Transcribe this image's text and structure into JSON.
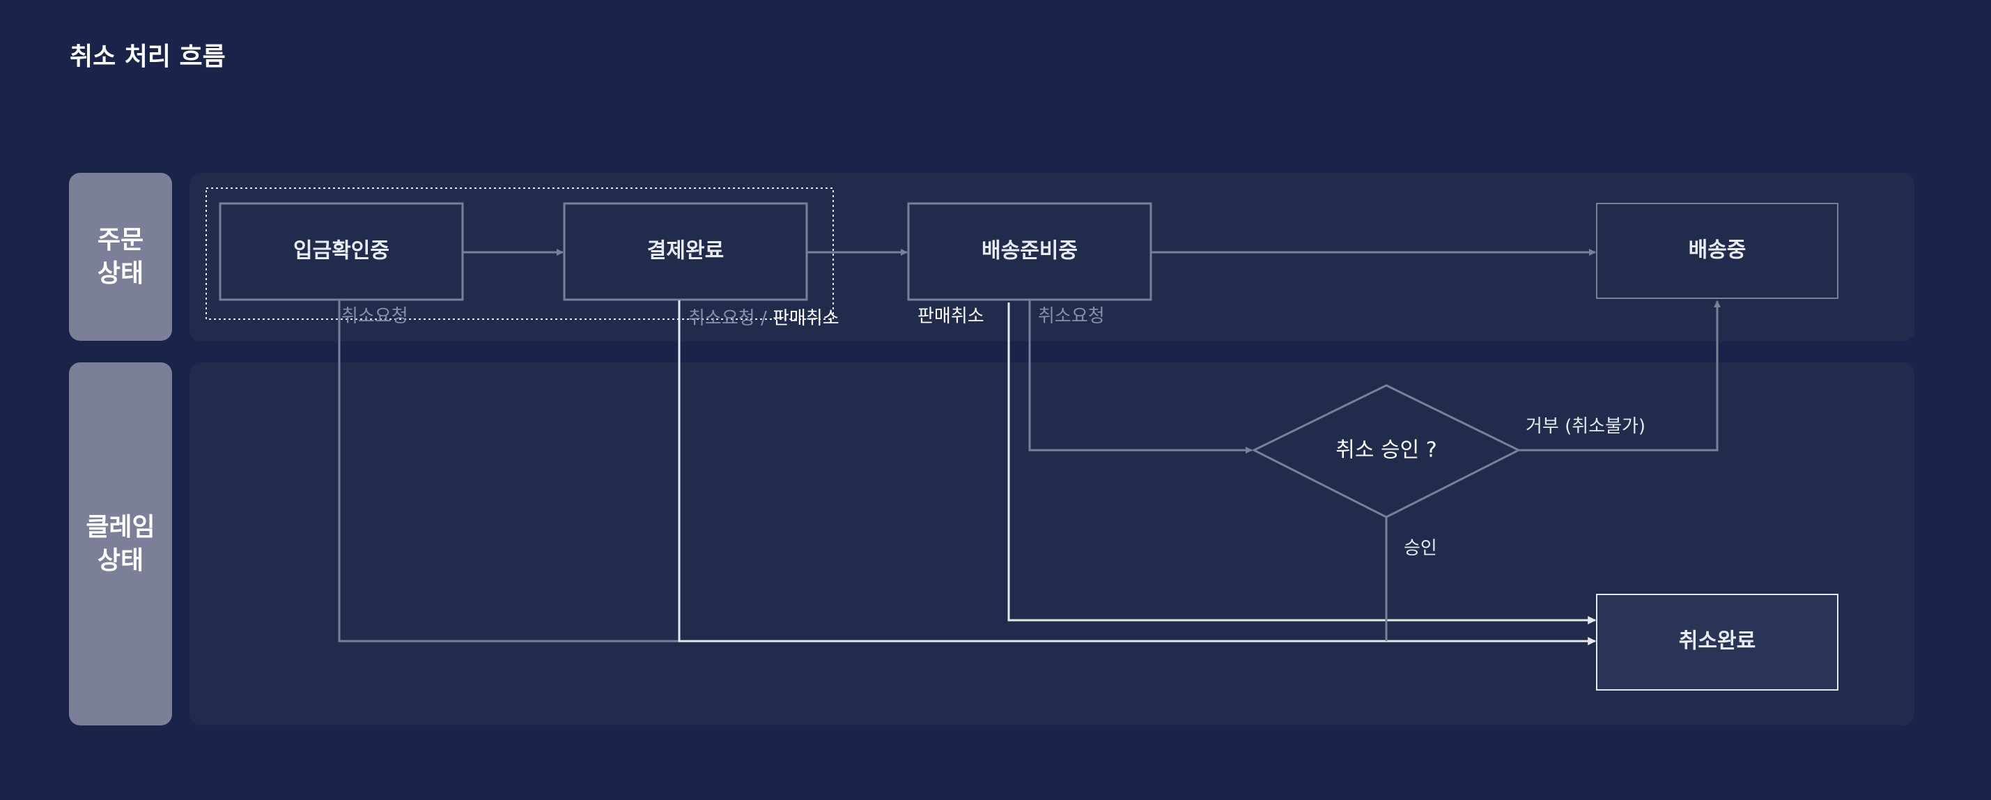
{
  "title": "취소 처리 흐름",
  "lanes": {
    "order": "주문\n상태",
    "claim": "클레임\n상태"
  },
  "nodes": {
    "payment_check": "입금확인중",
    "payment_done": "결제완료",
    "preparing": "배송준비중",
    "shipping": "배송중",
    "cancel_done": "취소완료",
    "approval": "취소 승인 ?"
  },
  "edge_labels": {
    "cancel_request_1": "취소요청",
    "cancel_request_2": "취소요청",
    "separator": " / ",
    "seller_cancel_1": "판매취소",
    "seller_cancel_2": "판매취소",
    "cancel_request_3": "취소요청",
    "reject": "거부 (취소불가)",
    "approve": "승인"
  },
  "colors": {
    "background": "#1a2349",
    "lane": "#212b4c",
    "lane_label": "#7b7f97",
    "line_gray": "#7b7f97",
    "line_light": "#e6e8ef",
    "label_dim": "#8a8ea6"
  }
}
